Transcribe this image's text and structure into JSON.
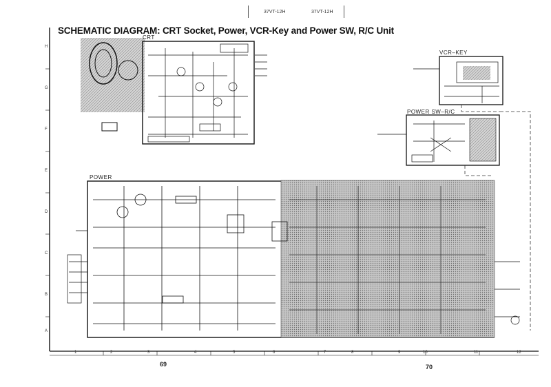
{
  "header": {
    "model_left": "37VT-12H",
    "model_right": "37VT-12H"
  },
  "title": "SCHEMATIC DIAGRAM:  CRT Socket, Power, VCR-Key and Power SW, R/C Unit",
  "blocks": {
    "crt": "CRT",
    "power": "POWER",
    "vcr_key": "VCR–KEY",
    "power_sw_rc": "POWER  SW–R/C"
  },
  "page_numbers": {
    "left": "69",
    "right": "70"
  },
  "border": {
    "row_labels": [
      "H",
      "G",
      "F",
      "E",
      "D",
      "C",
      "B",
      "A"
    ],
    "column_labels": [
      "1",
      "2",
      "3",
      "4",
      "5",
      "6",
      "7",
      "8",
      "9",
      "10",
      "11",
      "12"
    ]
  },
  "colors": {
    "ink": "#111111",
    "shade": "#bdbdbd",
    "paper": "#ffffff"
  }
}
